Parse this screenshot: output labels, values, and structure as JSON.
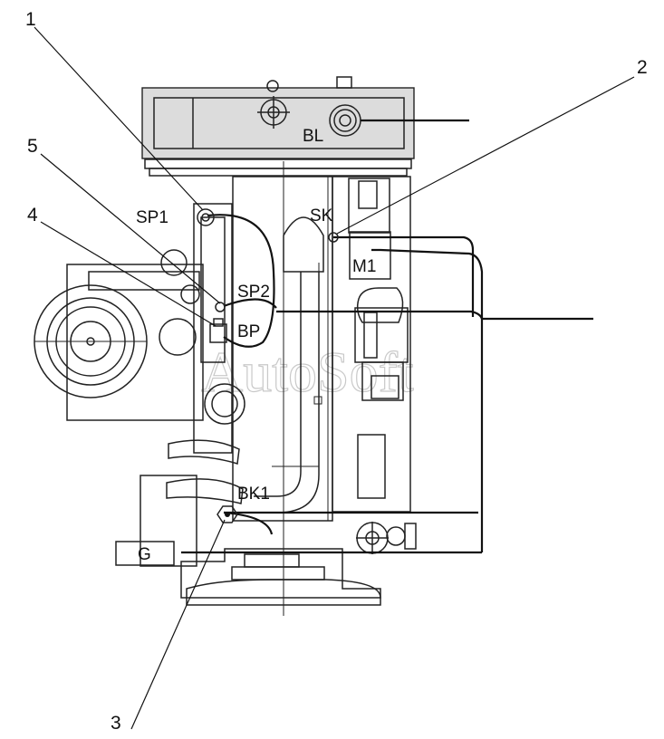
{
  "callouts": [
    "1",
    "2",
    "3",
    "4",
    "5"
  ],
  "component_labels": {
    "bl": "BL",
    "sp1": "SP1",
    "sk": "SK",
    "sp2": "SP2",
    "m1": "M1",
    "bp": "BP",
    "bk1": "BK1",
    "g": "G"
  },
  "watermark": "AutoSoft",
  "colors": {
    "line": "#222222",
    "fill": "#dcdcdc",
    "watermark": "#c9c9c9"
  }
}
